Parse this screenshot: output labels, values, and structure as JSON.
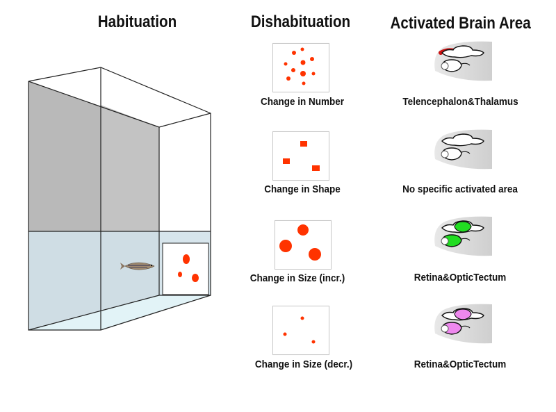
{
  "columns": {
    "habituation": "Habituation",
    "dishabituation": "Dishabituation",
    "brain_area": "Activated Brain Area"
  },
  "rows": [
    {
      "stimulus": "Change in Number",
      "brain_area": "Telencephalon&Thalamus",
      "highlight_color": "#cc1111",
      "highlight_region": "telencephalon-thalamus"
    },
    {
      "stimulus": "Change in Shape",
      "brain_area": "No specific activated area",
      "highlight_color": "none",
      "highlight_region": "none"
    },
    {
      "stimulus": "Change in  Size (incr.)",
      "brain_area": "Retina&OpticTectum",
      "highlight_color": "#22dd22",
      "highlight_region": "retina-optic-tectum"
    },
    {
      "stimulus": "Change in Size (decr.)",
      "brain_area": "Retina&OpticTectum",
      "highlight_color": "#ee88ee",
      "highlight_region": "retina-optic-tectum"
    }
  ],
  "colors": {
    "dot": "#ff3300",
    "tank_wall": "#b8b8b8",
    "water": "#d6e6ee"
  }
}
